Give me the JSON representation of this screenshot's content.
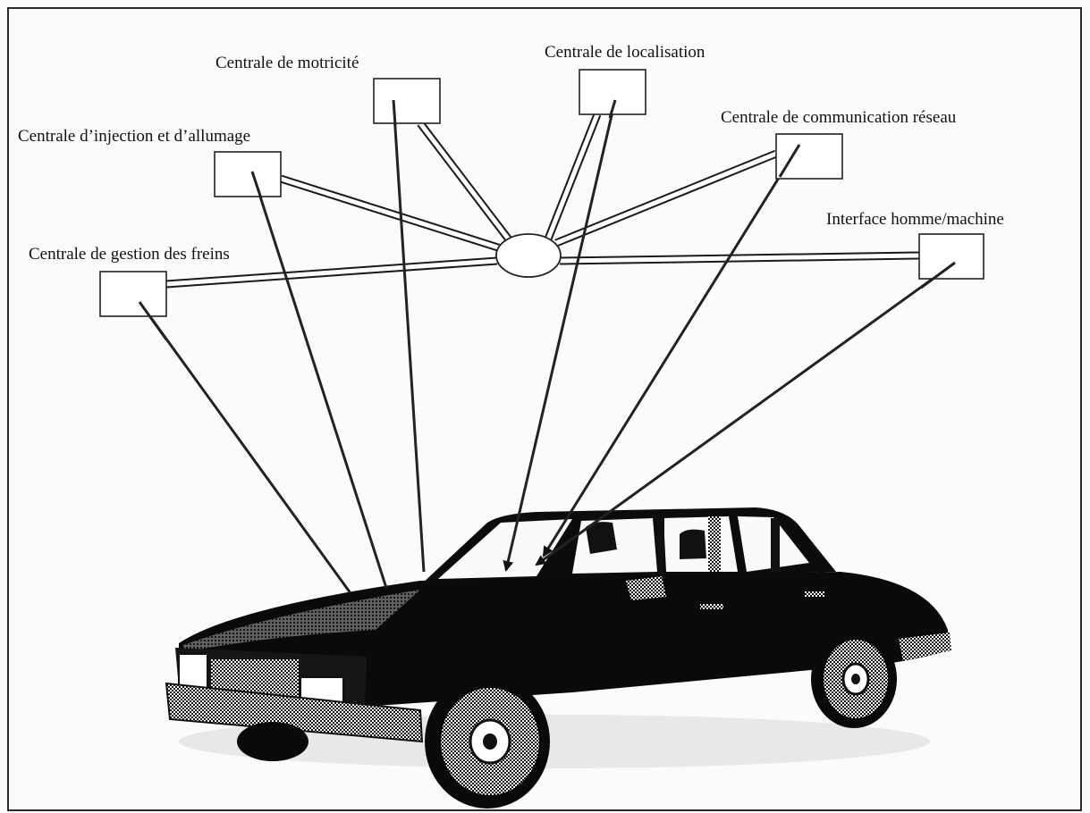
{
  "diagram": {
    "hub": {
      "label": ""
    },
    "nodes": [
      {
        "id": "motricite",
        "label": "Centrale de motricité"
      },
      {
        "id": "localisation",
        "label": "Centrale de localisation"
      },
      {
        "id": "injection",
        "label": "Centrale d’injection et d’allumage"
      },
      {
        "id": "communication",
        "label": "Centrale de communication réseau"
      },
      {
        "id": "freins",
        "label": "Centrale de gestion des freins"
      },
      {
        "id": "ihm",
        "label": "Interface homme/machine"
      }
    ]
  }
}
